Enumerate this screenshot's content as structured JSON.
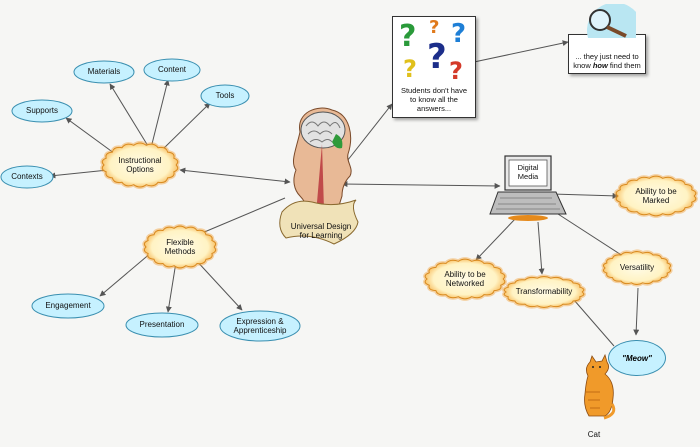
{
  "center": {
    "label": "Universal Design\nfor Learning"
  },
  "instructional_options": {
    "label": "Instructional\nOptions",
    "children": [
      "Materials",
      "Content",
      "Tools",
      "Supports",
      "Contexts"
    ]
  },
  "flexible_methods": {
    "label": "Flexible\nMethods",
    "children": [
      "Engagement",
      "Presentation",
      "Expression &\nApprenticeship"
    ]
  },
  "questions_card": {
    "label": "Students don't have to\nknow all the answers..."
  },
  "magnifier_card": {
    "text_before": "... they just need to\nknow ",
    "emphasis": "how",
    "text_after": " find them"
  },
  "digital_media": {
    "label": "Digital\nMedia",
    "children": [
      "Ability to be\nMarked",
      "Ability to be\nNetworked",
      "Transformability",
      "Versatility"
    ]
  },
  "speech_bubble": {
    "label": "\"Meow\""
  },
  "cat": {
    "label": "Cat"
  },
  "colors": {
    "bubble_fill": "#c6f1ff",
    "bubble_stroke": "#3a8fb0",
    "cloud_fill": "#fff8d8",
    "cloud_glow": "#f2a23a",
    "line": "#555555"
  }
}
